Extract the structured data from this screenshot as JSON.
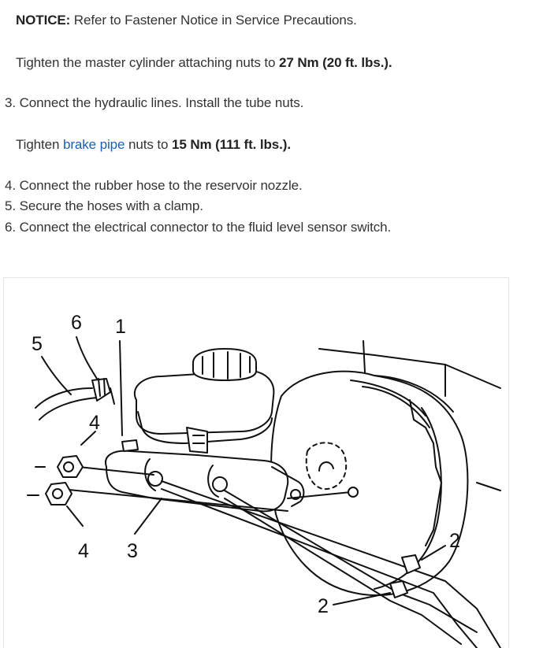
{
  "notice": {
    "label": "NOTICE:",
    "text": " Refer to Fastener Notice in Service Precautions."
  },
  "step2_spec": {
    "prefix": "Tighten the master cylinder attaching nuts to ",
    "value": "27 Nm (20 ft. lbs.)."
  },
  "step3": "3. Connect the hydraulic lines. Install the tube nuts.",
  "step3_spec": {
    "prefix": "Tighten ",
    "link": "brake pipe",
    "middle": " nuts to ",
    "value": "15 Nm (111 ft. lbs.)."
  },
  "steps": [
    "4. Connect the rubber hose to the reservoir nozzle.",
    "5. Secure the hoses with a clamp.",
    "6. Connect the electrical connector to the fluid level sensor switch."
  ],
  "figure": {
    "callouts": {
      "c6": "6",
      "c1": "1",
      "c5": "5",
      "c4a": "4",
      "c4b": "4",
      "c3": "3",
      "c2a": "2",
      "c2b": "2"
    }
  }
}
